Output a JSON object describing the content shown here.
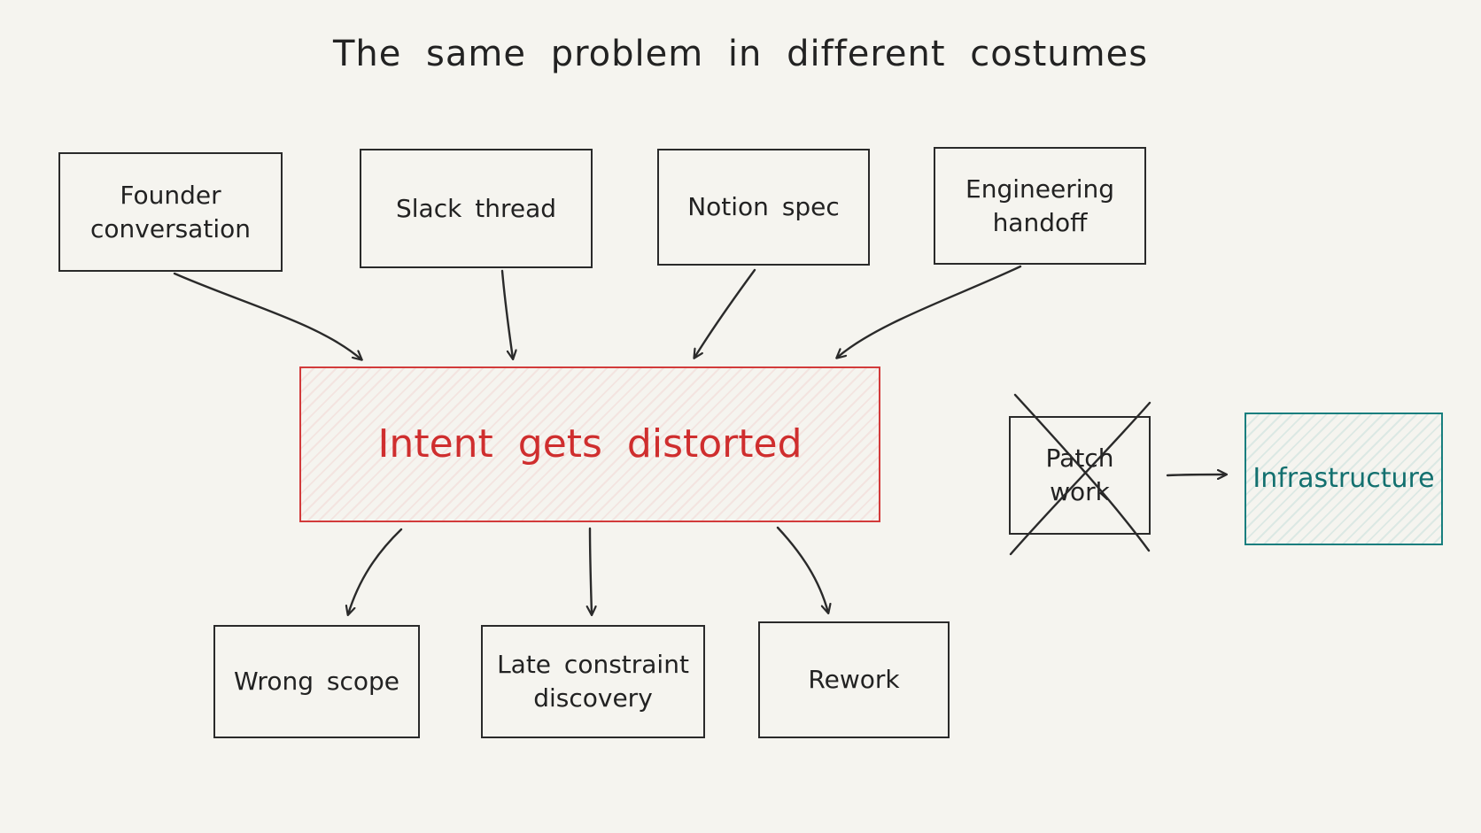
{
  "title": "The same problem in different costumes",
  "sources": [
    {
      "id": "founder",
      "lines": [
        "Founder",
        "conversation"
      ]
    },
    {
      "id": "slack",
      "lines": [
        "Slack thread"
      ]
    },
    {
      "id": "notion",
      "lines": [
        "Notion spec"
      ]
    },
    {
      "id": "handoff",
      "lines": [
        "Engineering",
        "handoff"
      ]
    }
  ],
  "center": {
    "label": "Intent gets distorted"
  },
  "outcomes": [
    {
      "id": "scope",
      "lines": [
        "Wrong scope"
      ]
    },
    {
      "id": "constraint",
      "lines": [
        "Late constraint",
        "discovery"
      ]
    },
    {
      "id": "rework",
      "lines": [
        "Rework"
      ]
    }
  ],
  "patch": {
    "lines": [
      "Patch",
      "work"
    ],
    "crossed_out": true
  },
  "infrastructure": {
    "label": "Infrastructure"
  },
  "colors": {
    "ink": "#2a2a2a",
    "accent_red": "#d23b3b",
    "accent_teal": "#177e7e",
    "paper": "#f5f4ef"
  }
}
